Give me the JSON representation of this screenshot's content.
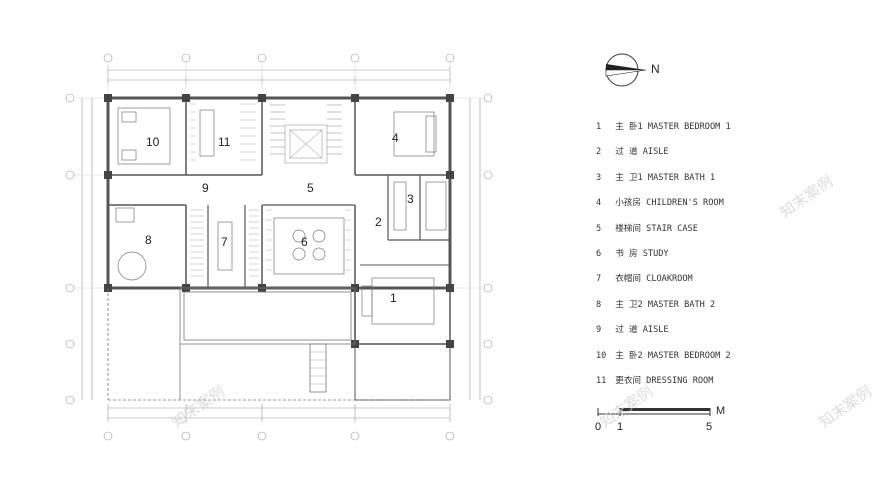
{
  "north_label": "N",
  "rooms": [
    {
      "num": "1",
      "label": "主 卧1 MASTER BEDROOM 1"
    },
    {
      "num": "2",
      "label": "过 道 AISLE"
    },
    {
      "num": "3",
      "label": "主 卫1 MASTER BATH 1"
    },
    {
      "num": "4",
      "label": "小孩房 CHILDREN'S ROOM"
    },
    {
      "num": "5",
      "label": "楼梯间 STAIR CASE"
    },
    {
      "num": "6",
      "label": "书 房 STUDY"
    },
    {
      "num": "7",
      "label": "衣帽间 CLOAKROOM"
    },
    {
      "num": "8",
      "label": "主 卫2 MASTER BATH 2"
    },
    {
      "num": "9",
      "label": "过 道 AISLE"
    },
    {
      "num": "10",
      "label": "主 卧2 MASTER BEDROOM 2"
    },
    {
      "num": "11",
      "label": "更衣间 DRESSING ROOM"
    }
  ],
  "scale": {
    "start": "0",
    "mid": "1",
    "end": "5",
    "unit": "M"
  },
  "watermark": "知末案例"
}
